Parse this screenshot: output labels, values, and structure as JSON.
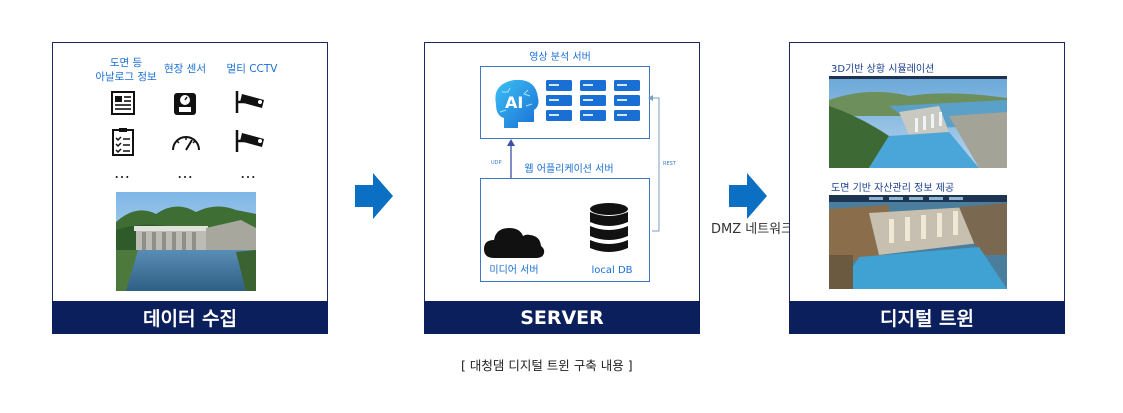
{
  "panels": {
    "data": {
      "title": "데이터 수집",
      "labels": {
        "drawing": "도면 등\n아날로그 정보",
        "sensor": "현장 센서",
        "cctv": "멀티 CCTV"
      },
      "dots": [
        "…",
        "…",
        "…"
      ]
    },
    "server": {
      "title": "SERVER",
      "video_server": "영상 분석 서버",
      "web_server": "웹 어플리케이션 서버",
      "media_server": "미디어 서버",
      "local_db": "local DB",
      "ai_text": "AI",
      "udp": "UDP",
      "rest": "REST"
    },
    "twin": {
      "title": "디지털 트윈",
      "sim_label": "3D기반 상황 시뮬레이션",
      "asset_label": "도면 기반 자산관리 정보 제공"
    }
  },
  "dmz_label": "DMZ 네트워크",
  "caption": "[ 대청댐 디지털 트윈 구축 내용 ]",
  "colors": {
    "navy": "#0a1f5c",
    "accent_blue": "#1a6fd4",
    "arrow_blue": "#0b6fc4"
  }
}
